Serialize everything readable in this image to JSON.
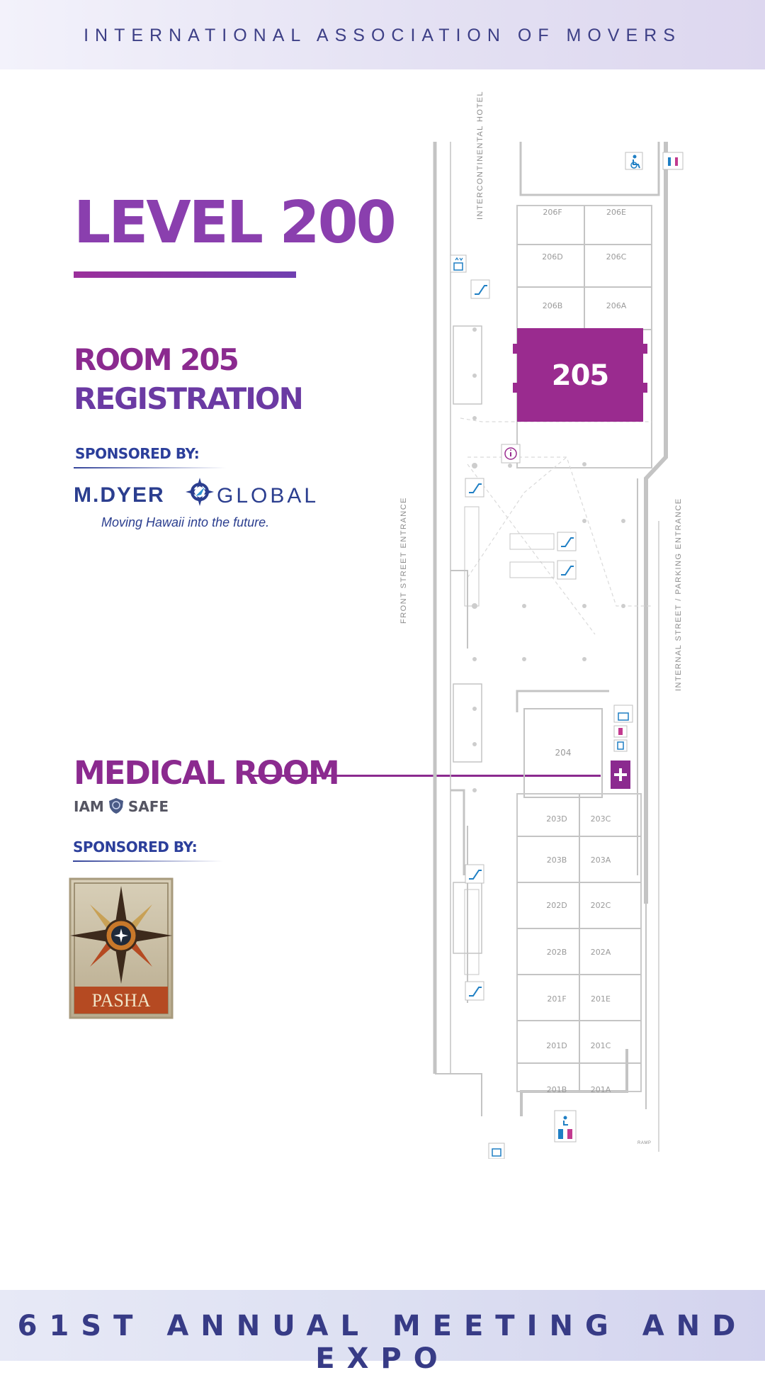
{
  "header": {
    "title": "INTERNATIONAL ASSOCIATION OF MOVERS"
  },
  "footer": {
    "title": "61ST ANNUAL MEETING AND EXPO"
  },
  "level": {
    "title": "LEVEL 200"
  },
  "registration": {
    "room": "ROOM 205",
    "purpose": "REGISTRATION",
    "sponsored_by": "SPONSORED BY:",
    "sponsor": {
      "name_left": "M.DYER",
      "name_right": "GLOBAL",
      "tagline": "Moving Hawaii into the future."
    }
  },
  "medical": {
    "title": "MEDICAL ROOM",
    "badge_left": "IAM",
    "badge_right": "SAFE",
    "sponsored_by": "SPONSORED BY:",
    "sponsor": {
      "name": "PASHA"
    }
  },
  "map": {
    "street_labels": {
      "intercontinental": "INTERCONTINENTAL HOTEL",
      "front_street": "FRONT STREET ENTRANCE",
      "internal_street": "INTERNAL STREET  /  PARKING ENTRANCE",
      "ramp": "RAMP"
    },
    "rooms": [
      "206F",
      "206E",
      "206D",
      "206C",
      "206B",
      "206A",
      "205",
      "204",
      "203D",
      "203C",
      "203B",
      "203A",
      "202D",
      "202C",
      "202B",
      "202A",
      "201F",
      "201E",
      "201D",
      "201C",
      "201B",
      "201A"
    ],
    "highlight_room": "205",
    "colors": {
      "highlight": "#9a2b8f",
      "wall": "#bdbdbd",
      "icon": "#1f7fc4",
      "medical": "#8b2a8f"
    }
  }
}
